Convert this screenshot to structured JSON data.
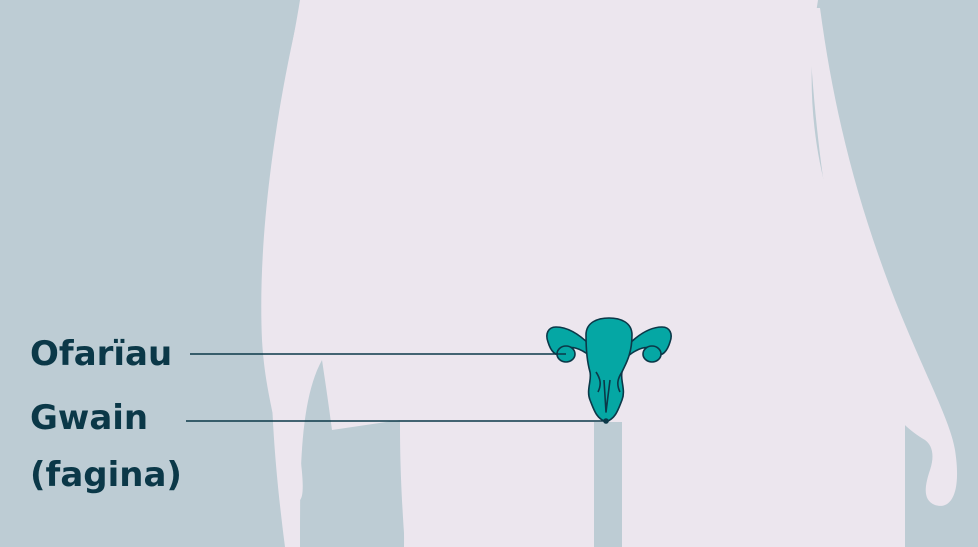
{
  "colors": {
    "background": "#bdccd4",
    "body": "#ece6ee",
    "organ_fill": "#05a7a4",
    "organ_outline": "#0b3848",
    "text": "#0b3848"
  },
  "labels": {
    "ovaries": "Ofarïau",
    "vagina_line1": "Gwain",
    "vagina_line2": "(fagina)"
  }
}
